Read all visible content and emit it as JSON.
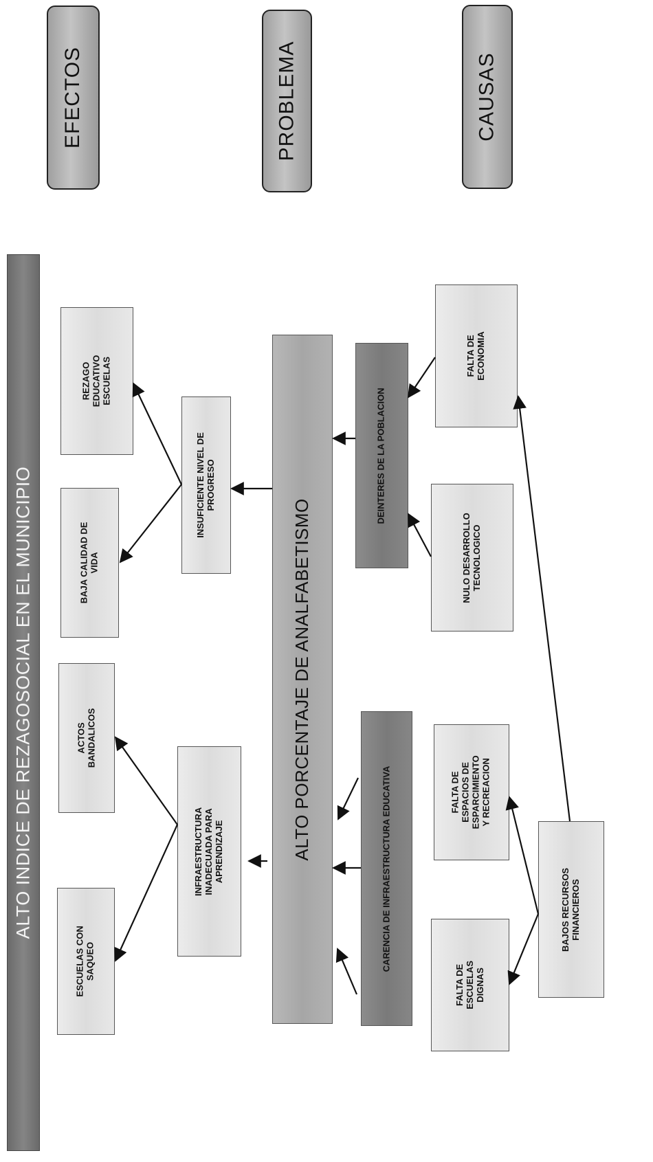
{
  "headers": {
    "efectos": "EFECTOS",
    "problema": "PROBLEMA",
    "causas": "CAUSAS"
  },
  "title": "ALTO INDICE DE REZAGOSOCIAL EN EL MUNICIPIO",
  "effects": {
    "rezago": "REZAGO\nEDUCATIVO\nESCUELAS",
    "baja_calidad": "BAJA CALIDAD DE\nVIDA",
    "actos": "ACTOS\nBANDALICOS",
    "escuelas_saqueo": "ESCUELAS CON\nSAQUEO",
    "insuficiente": "INSUFICIENTE NIVEL DE\nPROGRESO",
    "infraestructura_inadecuada": "INFRAESTRUCTURA\nINADECUADA PARA\nAPRENDIZAJE"
  },
  "problem": "ALTO PORCENTAJE DE ANALFABETISMO",
  "causes": {
    "desinteres": "DEINTERES DE LA POBLACION",
    "carencia": "CARENCIA DE INFRAESTRUCTURA EDUCATIVA",
    "falta_economia": "FALTA DE\nECONOMIA",
    "nulo_desarrollo": "NULO DESARROLLO\nTECNOLOGICO",
    "falta_espacios": "FALTA DE\nESPACIOS DE\nESPARCIMIENTO\nY RECREACION",
    "falta_escuelas": "FALTA DE\nESCUELAS\nDIGNAS",
    "bajos_recursos": "BAJOS RECURSOS\nFINANCIEROS"
  }
}
